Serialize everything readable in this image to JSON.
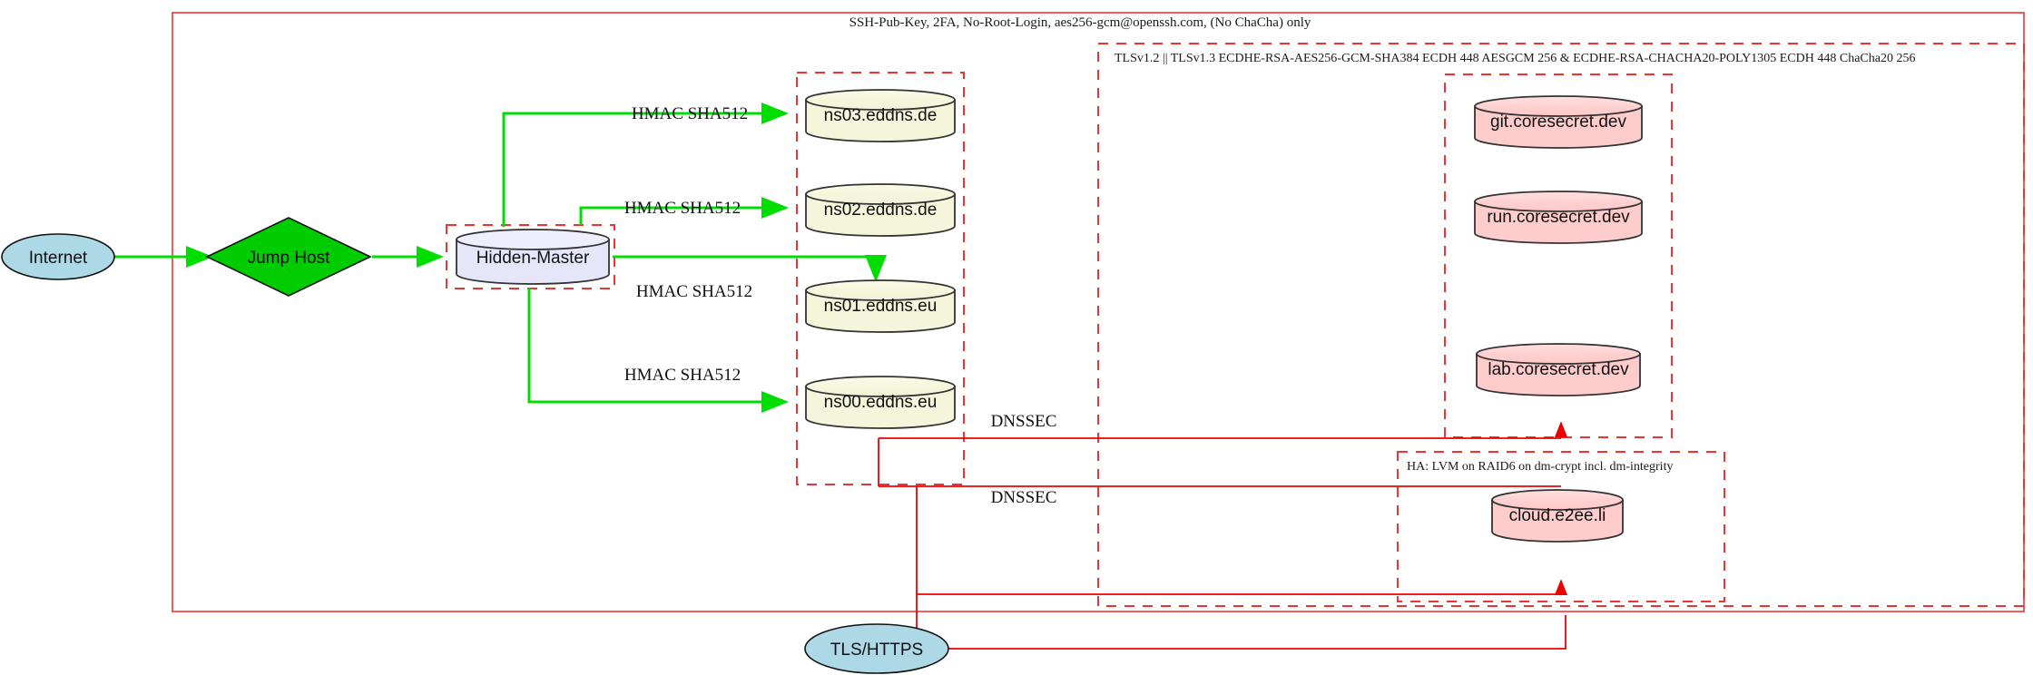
{
  "diagram": {
    "title_boundary_label": "SSH-Pub-Key, 2FA, No-Root-Login, aes256-gcm@openssh.com, (No ChaCha) only",
    "tls_boundary_label": "TLSv1.2 || TLSv1.3 ECDHE-RSA-AES256-GCM-SHA384 ECDH 448 AESGCM 256 & ECDHE-RSA-CHACHA20-POLY1305 ECDH 448 ChaCha20 256",
    "ha_boundary_label": "HA: LVM on RAID6 on dm-crypt incl. dm-integrity"
  },
  "nodes": {
    "internet": "Internet",
    "jump_host": "Jump Host",
    "hidden_master": "Hidden-Master",
    "tls_https": "TLS/HTTPS",
    "ns03": "ns03.eddns.de",
    "ns02": "ns02.eddns.de",
    "ns01": "ns01.eddns.eu",
    "ns00": "ns00.eddns.eu",
    "git": "git.coresecret.dev",
    "run": "run.coresecret.dev",
    "lab": "lab.coresecret.dev",
    "cloud": "cloud.e2ee.li"
  },
  "edges": {
    "hmac_ns03": "HMAC SHA512",
    "hmac_ns02": "HMAC SHA512",
    "hmac_ns01": "HMAC SHA512",
    "hmac_ns00": "HMAC SHA512",
    "dnssec_upper": "DNSSEC",
    "dnssec_lower": "DNSSEC"
  },
  "colors": {
    "boundary_red": "#ee3333",
    "flow_green": "#00dd00",
    "flow_red": "#ee0000",
    "ellipse_fill": "#add8e6",
    "diamond_fill": "#00cc00",
    "master_fill": "#e6e6fa",
    "dns_fill": "#f5f5dc",
    "service_fill": "#ffcccc",
    "stroke_dark": "#333333"
  }
}
